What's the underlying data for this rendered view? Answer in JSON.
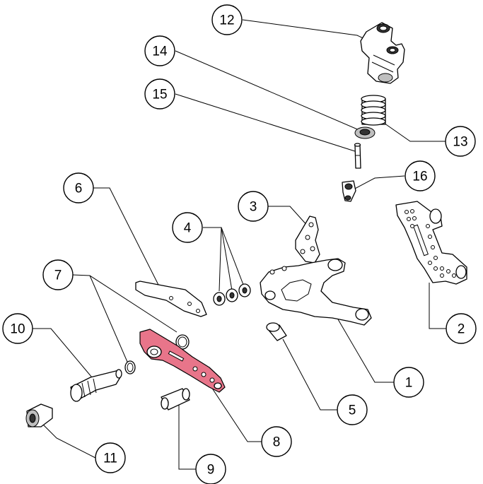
{
  "colors": {
    "highlight_part": "#e8758a",
    "highlight_part_dark": "#c24b62",
    "line": "#000000",
    "background": "#ffffff"
  },
  "callouts": [
    {
      "id": "1",
      "label": "1"
    },
    {
      "id": "2",
      "label": "2"
    },
    {
      "id": "3",
      "label": "3"
    },
    {
      "id": "4",
      "label": "4"
    },
    {
      "id": "5",
      "label": "5"
    },
    {
      "id": "6",
      "label": "6"
    },
    {
      "id": "7",
      "label": "7"
    },
    {
      "id": "8",
      "label": "8"
    },
    {
      "id": "9",
      "label": "9"
    },
    {
      "id": "10",
      "label": "10"
    },
    {
      "id": "11",
      "label": "11"
    },
    {
      "id": "12",
      "label": "12"
    },
    {
      "id": "13",
      "label": "13"
    },
    {
      "id": "14",
      "label": "14"
    },
    {
      "id": "15",
      "label": "15"
    },
    {
      "id": "16",
      "label": "16"
    }
  ]
}
